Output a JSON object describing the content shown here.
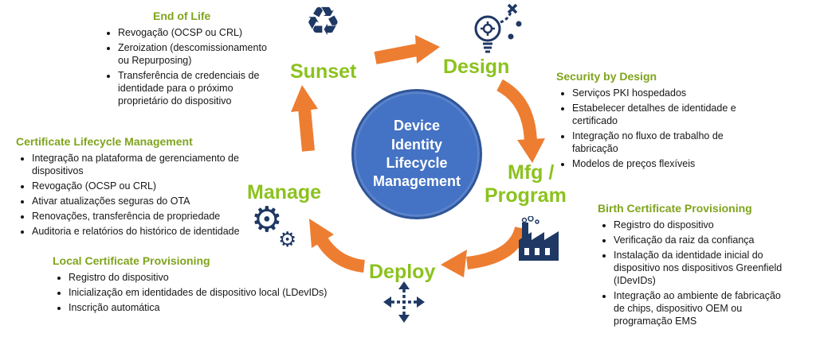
{
  "colors": {
    "heading_green": "#7fa41c",
    "stage_green": "#8cc21e",
    "arrow_orange": "#ed7d31",
    "circle_blue": "#4472c4",
    "circle_border": "#2f5597",
    "icon_navy": "#1f3864"
  },
  "center_circle": {
    "lines": [
      "Device",
      "Identity",
      "Lifecycle",
      "Management"
    ]
  },
  "stages": {
    "sunset": "Sunset",
    "design": "Design",
    "mfg_line1": "Mfg /",
    "mfg_line2": "Program",
    "deploy": "Deploy",
    "manage": "Manage"
  },
  "glyphs": {
    "recycle": "♻",
    "gear": "⚙"
  },
  "panels": {
    "end_of_life": {
      "heading": "End of Life",
      "bullets": [
        "Revogação (OCSP ou CRL)",
        "Zeroization (descomissionamento ou Repurposing)",
        "Transferência de credenciais de identidade para o próximo proprietário do dispositivo"
      ]
    },
    "security_by_design": {
      "heading": "Security by Design",
      "bullets": [
        "Serviços PKI hospedados",
        "Estabelecer detalhes de identidade e certificado",
        "Integração no fluxo de trabalho de fabricação",
        "Modelos de preços flexíveis"
      ]
    },
    "certificate_lifecycle_management": {
      "heading": "Certificate Lifecycle Management",
      "bullets": [
        "Integração na plataforma de gerenciamento de dispositivos",
        "Revogação (OCSP ou CRL)",
        "Ativar atualizações seguras do OTA",
        "Renovações, transferência de propriedade",
        "Auditoria e relatórios do histórico de identidade"
      ]
    },
    "local_certificate_provisioning": {
      "heading": "Local Certificate Provisioning",
      "bullets": [
        "Registro do dispositivo",
        "Inicialização em identidades de dispositivo local (LDevIDs)",
        "Inscrição automática"
      ]
    },
    "birth_certificate_provisioning": {
      "heading": "Birth Certificate Provisioning",
      "bullets": [
        "Registro do dispositivo",
        "Verificação da raiz da confiança",
        "Instalação da identidade inicial do dispositivo nos dispositivos Greenfield (IDevIDs)",
        "Integração ao ambiente de fabricação de chips, dispositivo OEM ou programação EMS"
      ]
    }
  }
}
